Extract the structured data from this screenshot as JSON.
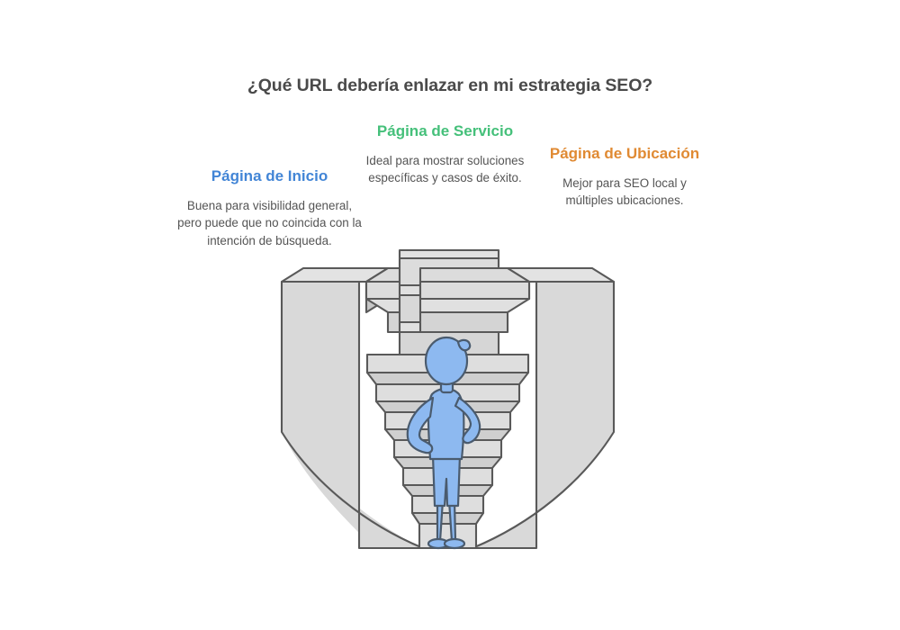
{
  "page": {
    "title": "¿Qué URL debería enlazar en mi estrategia SEO?",
    "background_color": "#ffffff",
    "title_color": "#4a4a4a",
    "body_text_color": "#545454"
  },
  "columns": [
    {
      "id": "inicio",
      "heading": "Página de Inicio",
      "body": "Buena para visibilidad general, pero puede que no coincida con la intención de búsqueda.",
      "color": "#4285d6"
    },
    {
      "id": "servicio",
      "heading": "Página de Servicio",
      "body": "Ideal para mostrar soluciones específicas y casos de éxito.",
      "color": "#45c07a"
    },
    {
      "id": "ubicacion",
      "heading": "Página de Ubicación",
      "body": "Mejor para SEO local y múltiples ubicaciones.",
      "color": "#e08a33"
    }
  ],
  "illustration": {
    "name": "stepped-pyramid-with-puzzled-person",
    "step_fill": "#d9d9d9",
    "step_fill_light": "#e0e0e0",
    "step_fill_shade": "#c9c9c9",
    "step_stroke": "#595959",
    "person_fill": "#8db9f0",
    "person_stroke": "#4a5b6e"
  }
}
